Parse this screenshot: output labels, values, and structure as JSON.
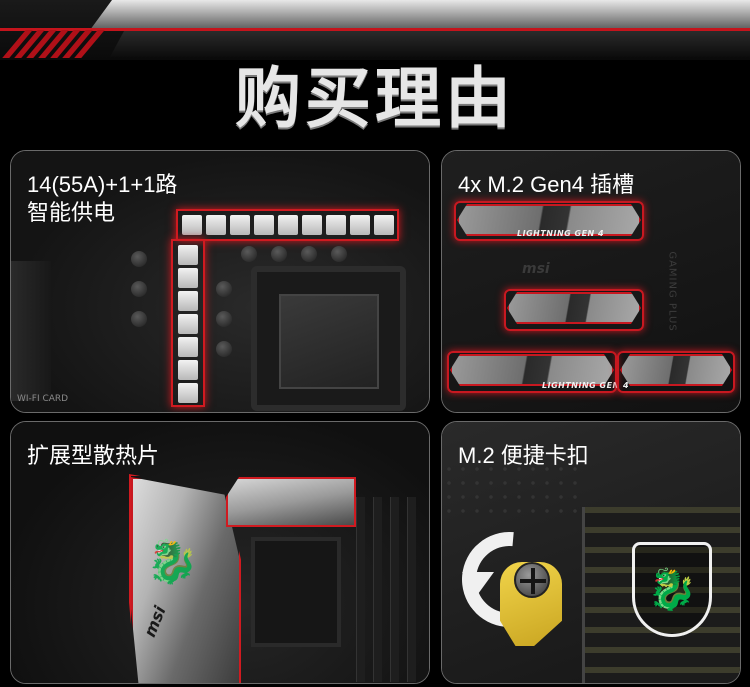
{
  "header": {
    "title": "购买理由"
  },
  "panels": [
    {
      "id": "vrm",
      "title_line1": "14(55A)+1+1路",
      "title_line2": "智能供电",
      "port_label": "WI-FI CARD"
    },
    {
      "id": "m2-slots",
      "title": "4x M.2 Gen4 插槽",
      "m2_text_1": "LIGHTNING GEN 4",
      "m2_text_2": "LIGHTNING GEN 4",
      "brand_small": "msi",
      "board_label": "GAMING PLUS"
    },
    {
      "id": "heatsink",
      "title": "扩展型散热片",
      "brand": "msi"
    },
    {
      "id": "m2-clip",
      "title": "M.2 便捷卡扣"
    }
  ],
  "colors": {
    "accent_red": "#d01a20",
    "background": "#000000",
    "title_silver": "#e6e6e6"
  },
  "icons": [
    "dragon-logo-icon",
    "rotate-arrow-icon",
    "screw-icon",
    "clip-icon"
  ]
}
